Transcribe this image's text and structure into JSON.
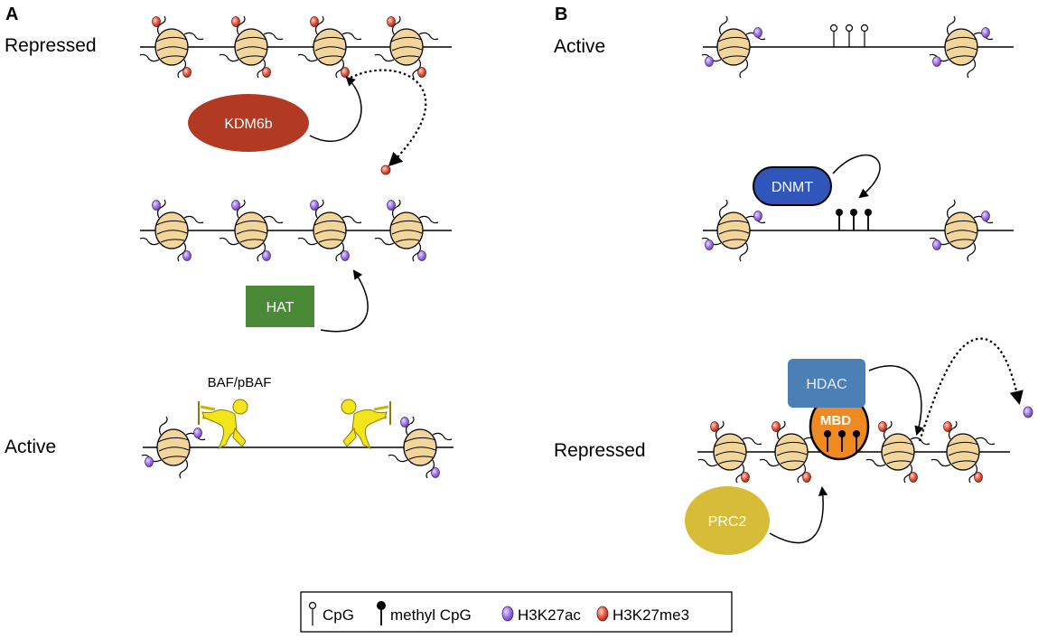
{
  "panels": {
    "a": {
      "letter": "A",
      "repressed_label": "Repressed",
      "active_label": "Active",
      "kdm6b_label": "KDM6b",
      "hat_label": "HAT",
      "baf_label": "BAF/pBAF"
    },
    "b": {
      "letter": "B",
      "active_label": "Active",
      "repressed_label": "Repressed",
      "dnmt_label": "DNMT",
      "hdac_label": "HDAC",
      "mbd_label": "MBD",
      "prc2_label": "PRC2"
    }
  },
  "legend": {
    "cpg": "CpG",
    "methyl_cpg": "methyl CpG",
    "h3k27ac": "H3K27ac",
    "h3k27me3": "H3K27me3"
  },
  "colors": {
    "nucleosome": "#f1d59b",
    "h3k27ac": "#9b6fe0",
    "h3k27me3": "#e0523a",
    "kdm6b": "#b23a22",
    "hat": "#4a8a37",
    "dnmt": "#2f56b8",
    "hdac": "#4b7fb5",
    "mbd": "#ef8a22",
    "prc2": "#d7bc38",
    "remodeler": "#f4e41c"
  }
}
